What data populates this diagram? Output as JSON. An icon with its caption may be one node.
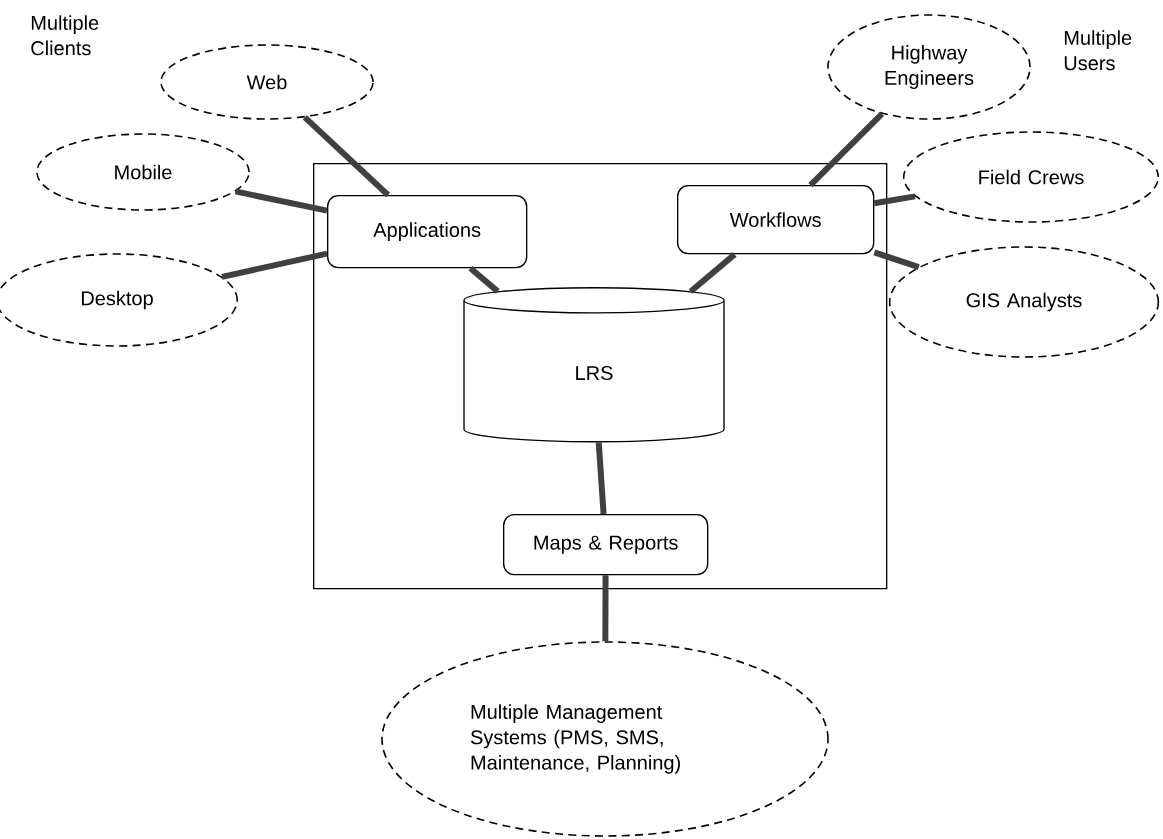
{
  "diagram": {
    "nodes": [
      {
        "text": [
          "Web"
        ]
      },
      {
        "text": [
          "Mobile"
        ]
      },
      {
        "text": [
          "Desktop"
        ]
      },
      {
        "text": [
          "Highway Engineers"
        ]
      },
      {
        "text": [
          "Field Crews"
        ]
      },
      {
        "text": [
          "GIS Analysts"
        ]
      },
      {
        "text": [],
        "shape": "box"
      },
      {
        "text": [
          "Applications"
        ],
        "in": 6
      },
      {
        "text": [
          "Workflows"
        ],
        "in": 6
      },
      {
        "text": [
          "LRS"
        ],
        "in": 6
      },
      {
        "text": [
          "Maps & Reports"
        ],
        "in": 6
      },
      {
        "text": [
          "Multiple Management Systems (PMS, SMS, Maintenance, Planning)"
        ]
      }
    ],
    "edges": [
      {
        "from": 0,
        "to": 7,
        "arrow": "none"
      },
      {
        "from": 1,
        "to": 7,
        "arrow": "none"
      },
      {
        "from": 2,
        "to": 7,
        "arrow": "none"
      },
      {
        "from": 7,
        "to": 9,
        "arrow": "none"
      },
      {
        "from": 3,
        "to": 8,
        "arrow": "none"
      },
      {
        "from": 4,
        "to": 8,
        "arrow": "none"
      },
      {
        "from": 5,
        "to": 8,
        "arrow": "none"
      },
      {
        "from": 8,
        "to": 9,
        "arrow": "none"
      },
      {
        "from": 9,
        "to": 10,
        "arrow": "none"
      },
      {
        "from": 10,
        "to": 11,
        "arrow": "none"
      }
    ],
    "labels": [
      "Multiple Clients",
      "Multiple Users"
    ]
  }
}
